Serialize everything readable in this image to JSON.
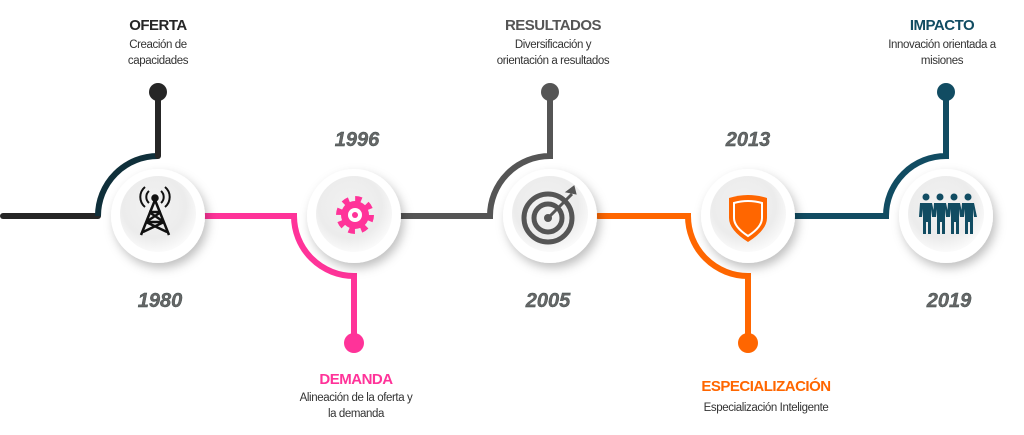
{
  "colors": {
    "oferta": "#262626",
    "oferta_arc": "#0f2f3a",
    "demanda": "#ff3399",
    "resultados": "#555555",
    "especializacion": "#ff6600",
    "impacto": "#114c62"
  },
  "stages": [
    {
      "title": "OFERTA",
      "desc": [
        "Creación de",
        "capacidades"
      ],
      "year": "1980",
      "icon": "radio-tower-icon"
    },
    {
      "title": "DEMANDA",
      "desc": [
        "Alineación de la oferta y",
        "la demanda"
      ],
      "year": "1996",
      "icon": "gear-icon"
    },
    {
      "title": "RESULTADOS",
      "desc": [
        "Diversificación y",
        "orientación a resultados"
      ],
      "year": "2005",
      "icon": "target-icon"
    },
    {
      "title": "ESPECIALIZACIÓN",
      "desc": [
        "Especialización Inteligente"
      ],
      "year": "2013",
      "icon": "shield-icon"
    },
    {
      "title": "IMPACTO",
      "desc": [
        "Innovación  orientada a",
        "misiones"
      ],
      "year": "2019",
      "icon": "people-icon"
    }
  ]
}
